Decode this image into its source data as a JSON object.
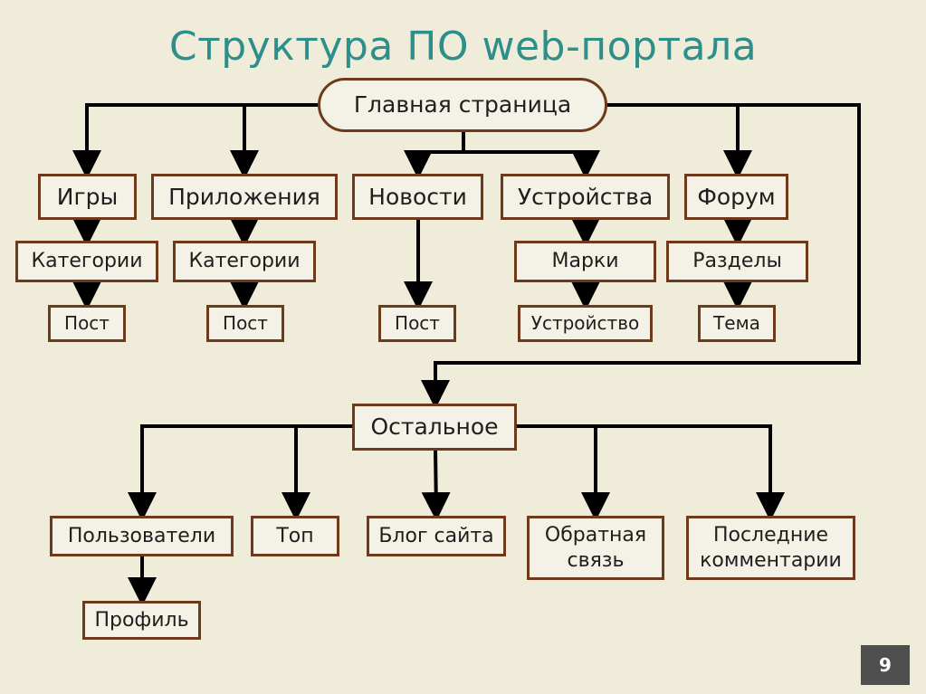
{
  "title": "Структура ПО web-портала",
  "colors": {
    "title": "#2e8f8a",
    "box_border": "#6e3a1b",
    "background": "#f0ecda",
    "lines": "#000000"
  },
  "diagram": {
    "root": "Главная страница",
    "sections": {
      "games": {
        "label": "Игры",
        "sub": "Категории",
        "leaf": "Пост"
      },
      "apps": {
        "label": "Приложения",
        "sub": "Категории",
        "leaf": "Пост"
      },
      "news": {
        "label": "Новости",
        "leaf": "Пост"
      },
      "devices": {
        "label": "Устройства",
        "sub": "Марки",
        "leaf": "Устройство"
      },
      "forum": {
        "label": "Форум",
        "sub": "Разделы",
        "leaf": "Тема"
      }
    },
    "other": {
      "label": "Остальное",
      "users": "Пользователи",
      "profile": "Профиль",
      "top": "Топ",
      "blog": "Блог сайта",
      "feedback": "Обратная связь",
      "comments": "Последние комментарии"
    }
  },
  "page_number": "9"
}
